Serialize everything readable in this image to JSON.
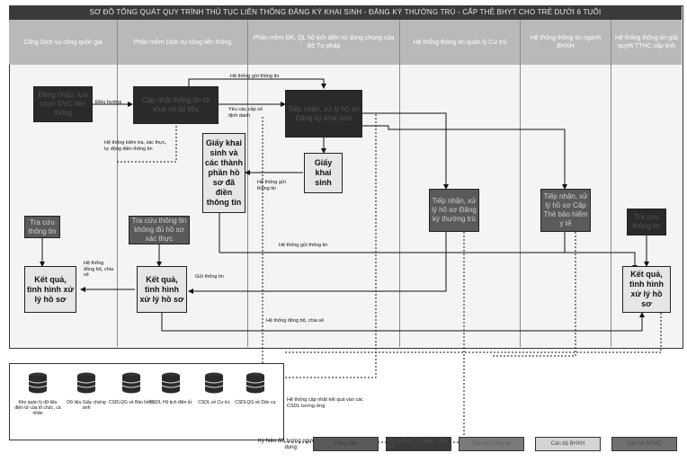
{
  "title": "SƠ ĐỒ TỔNG QUÁT QUY TRÌNH THỦ TỤC LIÊN THÔNG ĐĂNG KÝ KHAI SINH - ĐĂNG KÝ THƯỜNG TRÚ - CẤP THẺ BHYT CHO TRẺ DƯỚI 6 TUỔI",
  "lanes": [
    "Cổng Dịch vụ công quốc gia",
    "Phần mềm Dịch vụ công liên thông",
    "Phần mềm ĐK, QL hộ tịch điện tử dùng chung của Bộ Tư pháp",
    "Hệ thống thông tin quản lý Cư trú",
    "Hệ thống thông tin ngành BHXH",
    "Hệ thống thông tin giải quyết TTHC cấp tỉnh"
  ],
  "boxes": {
    "login": "Đăng nhập, lựa chọn DVC liên thông",
    "update": "Cập nhật thông tin tờ khai và tài liệu",
    "receive_civil": "Tiếp nhận, xử lý hồ sơ Đăng ký khai sinh",
    "birth_cert": "Giấy khai sinh",
    "birth_parts": "Giấy khai sinh và các thành phần hồ sơ đã điền thông tin",
    "lookup_portal": "Tra cứu thông tin",
    "lookup_unverified": "Tra cứu thông tin không đủ hồ sơ xác thực",
    "receive_residence": "Tiếp nhận, xử lý hồ sơ Đăng ký thường trú",
    "receive_insurance": "Tiếp nhận, xử lý hồ sơ Cấp Thẻ bảo hiểm y tế",
    "lookup_province": "Tra cứu thông tin",
    "result_portal": "Kết quả, tình hình xử lý hồ sơ",
    "result_connect": "Kết quả, tình hình xử lý hồ sơ",
    "result_province": "Kết quả, tình hình xử lý hồ sơ"
  },
  "labels": {
    "redirect": "Điều hướng",
    "system_send_top": "Hệ thống gửi thông tin",
    "request_id": "Yêu cầu cấp số định danh",
    "system_check": "Hệ thống kiểm tra, xác thực, tự động điền thông tin",
    "system_send_birth": "Hệ thống gửi thông tin",
    "system_send_mid": "Hệ thống gửi thông tin",
    "sync_share_left": "Hệ thống đồng bộ, chia sẻ",
    "send_info": "Gửi thông tin",
    "sync_share_bottom": "Hệ thống đồng bộ, chia sẻ",
    "update_results": "Hệ thống cập nhật kết quả vào các CSDL tương ứng"
  },
  "databases": [
    "Kho quản lý dữ liệu điện tử của tổ chức, cá nhân",
    "Dữ liệu Giấy chứng sinh",
    "CSDLQG về Bảo hiểm",
    "CSDL Hộ tịch điện tử",
    "CSDL về Cư trú",
    "CSDLQG về Dân cư"
  ],
  "legend": {
    "title": "Ký hiệu đối tượng người sử dụng:",
    "items": [
      {
        "label": "Công dân",
        "color": "#5a5a5a",
        "text_color": "#3a3a3a"
      },
      {
        "label": "Công chức Tư pháp - Hộ tịch",
        "color": "#3a3a3a",
        "text_color": "#555555"
      },
      {
        "label": "Cán bộ Công an",
        "color": "#7a7a7a",
        "text_color": "#5a5a5a"
      },
      {
        "label": "Cán bộ BHXH",
        "color": "#d4d4d4",
        "text_color": "#444444"
      },
      {
        "label": "Cán bộ BPMC",
        "color": "#707070",
        "text_color": "#4a4a4a"
      }
    ]
  }
}
